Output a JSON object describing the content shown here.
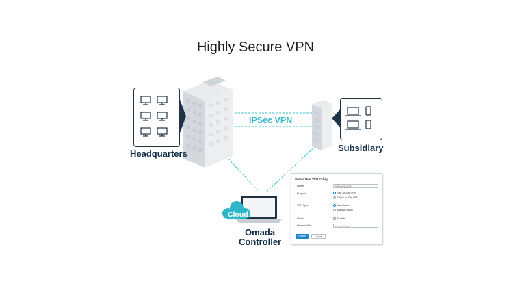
{
  "title": "Highly Secure VPN",
  "connection_label": "IPSec VPN",
  "sites": {
    "headquarters": "Headquarters",
    "subsidiary": "Subsidiary",
    "controller_line1": "Omada",
    "controller_line2": "Controller",
    "cloud": "Cloud"
  },
  "dialog": {
    "title": "Create New VPN Policy",
    "name_label": "Name",
    "name_value": "VPN_HQ_SUB",
    "purpose_label": "Purpose",
    "purpose_options": [
      "Site-to-Site VPN",
      "Client-to-Site VPN"
    ],
    "vpn_type_label": "VPN Type",
    "vpn_type_options": [
      "Auto Mode",
      "Manual Mode"
    ],
    "status_label": "Status",
    "status_value": "Enable",
    "remote_site_label": "Remote Site",
    "remote_site_placeholder": "Please Select",
    "create_button": "Create",
    "cancel_button": "Cancel"
  },
  "colors": {
    "accent": "#2fb6c8",
    "dark_navy": "#0f2a45",
    "button_blue": "#1a86d4"
  }
}
